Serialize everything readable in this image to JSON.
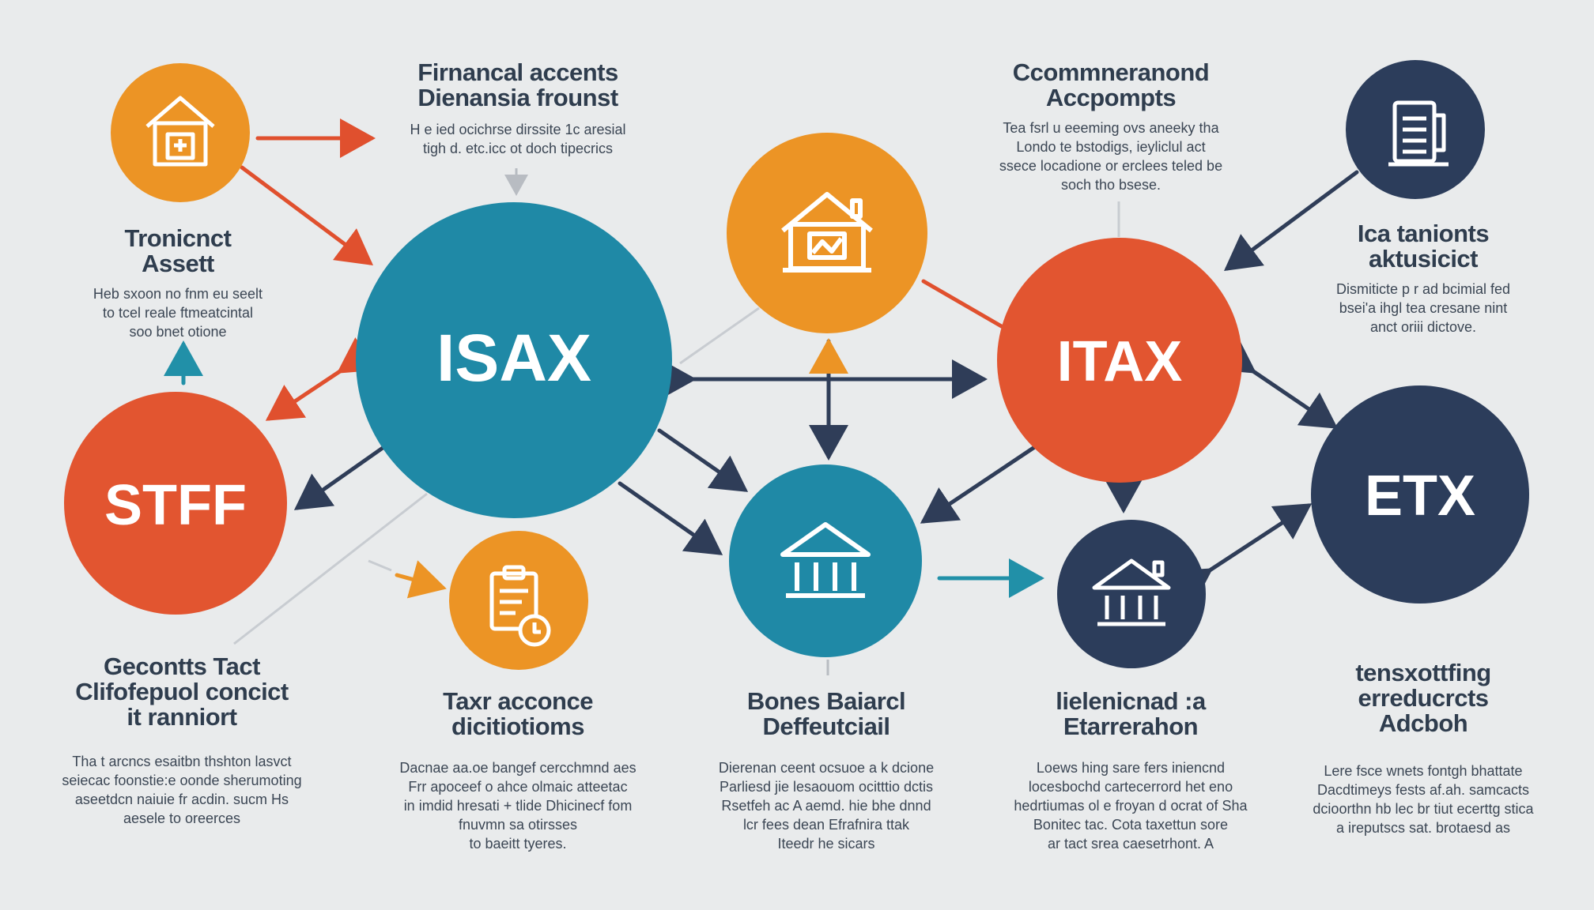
{
  "colors": {
    "background": "#e9ebec",
    "teal": "#1f89a6",
    "orange": "#ec9425",
    "red_orange": "#e25530",
    "navy": "#2c3d5b",
    "arrow_red": "#e0502e",
    "arrow_navy": "#2f3d58",
    "arrow_teal": "#2190a8",
    "connector_gray": "#c3c7cc"
  },
  "nodes": {
    "isax": {
      "label": "ISAX"
    },
    "itax": {
      "label": "ITAX"
    },
    "stff": {
      "label": "STFF"
    },
    "etx": {
      "label": "ETX"
    },
    "icon_top_left": {
      "icon": "house-icon"
    },
    "icon_top_center": {
      "icon": "house-icon"
    },
    "icon_top_right": {
      "icon": "document-icon"
    },
    "icon_bottom_left": {
      "icon": "clipboard-clock-icon"
    },
    "icon_bottom_center": {
      "icon": "bank-icon"
    },
    "icon_bottom_right": {
      "icon": "bank-icon"
    }
  },
  "labels": {
    "top_left": {
      "title": [
        "Firnancal accents",
        "Dienansia frounst"
      ],
      "desc": [
        "H e ied ocichrse dirssite 1c aresial",
        "tigh d. etc.icc ot doch tipecrics"
      ]
    },
    "top_right": {
      "title": [
        "Ccommneranond",
        "Accpompts"
      ],
      "desc": [
        "Tea fsrl u eeeming ovs aneeky tha",
        "Londo te bstodigs, ieyliclul act",
        "ssece locadione or erclees teled be",
        "soch tho bsese."
      ]
    },
    "left_mid": {
      "title": [
        "Tronicnct",
        "Assett"
      ],
      "desc": [
        "Heb sxoon no fnm eu seelt",
        "to tcel reale ftmeatcintal",
        "soo bnet otione"
      ]
    },
    "right_mid": {
      "title": [
        "Ica tanionts",
        "aktusicict"
      ],
      "desc": [
        "Dismiticte p r ad bcimial fed",
        "bsei'a ihgl tea cresane nint",
        "anct oriii dictove."
      ]
    },
    "bottom_1": {
      "title": [
        "Gecontts Tact",
        "Clifofepuol concict",
        "it ranniort"
      ],
      "desc": [
        "Tha t arcncs esaitbn thshton lasvct",
        "seiecac foonstie:e oonde sherumoting",
        "aseetdcn naiuie fr acdin. sucm Hs",
        "aesele to oreerces"
      ]
    },
    "bottom_2": {
      "title": [
        "Taxr acconce",
        "dicitiotioms"
      ],
      "desc": [
        "Dacnae aa.oe bangef cercchmnd aes",
        "Frr apoceef o ahce olmaic atteetac",
        "in imdid hresati + tlide Dhicinecf fom",
        "fnuvmn sa otirsses",
        "to baeitt tyeres."
      ]
    },
    "bottom_3": {
      "title": [
        "Bones Baiarcl",
        "Deffeutciail"
      ],
      "desc": [
        "Dierenan ceent ocsuoe a k dcione",
        "Parliesd jie lesaouom ocitttio dctis",
        "Rsetfeh ac A aemd. hie bhe dnnd",
        "lcr fees dean Efrafnira ttak",
        "Iteedr he sicars"
      ]
    },
    "bottom_4": {
      "title": [
        "lielenicnad :a",
        "Etarrerahon"
      ],
      "desc": [
        "Loews hing sare fers iniencnd",
        "locesbochd cartecerrord het eno",
        "hedrtiumas ol e froyan d ocrat of Sha",
        "Bonitec tac. Cota taxettun sore",
        "ar tact srea caesetrhont. A"
      ]
    },
    "bottom_5": {
      "title": [
        "tensxottfing",
        "erreducrcts",
        "Adcboh"
      ],
      "desc": [
        "Lere fsce wnets fontgh bhattate",
        "Dacdtimeys fests af.ah. samcacts",
        "dcioorthn hb lec br tiut ecerttg stica",
        "a ireputscs sat. brotaesd as"
      ]
    }
  }
}
